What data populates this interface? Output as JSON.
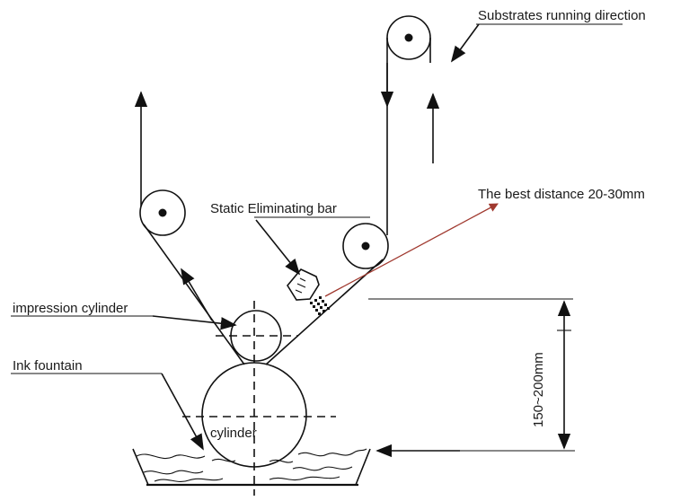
{
  "labels": {
    "substrates_direction": "Substrates running direction",
    "static_bar": "Static Eliminating bar",
    "best_distance": "The best distance 20-30mm",
    "impression_cylinder": "impression cylinder",
    "ink_fountain": "Ink fountain",
    "cylinder": "cylinder",
    "height_dimension": "150~200mm"
  },
  "colors": {
    "line": "#111111",
    "distance_pointer": "#a0392f"
  }
}
